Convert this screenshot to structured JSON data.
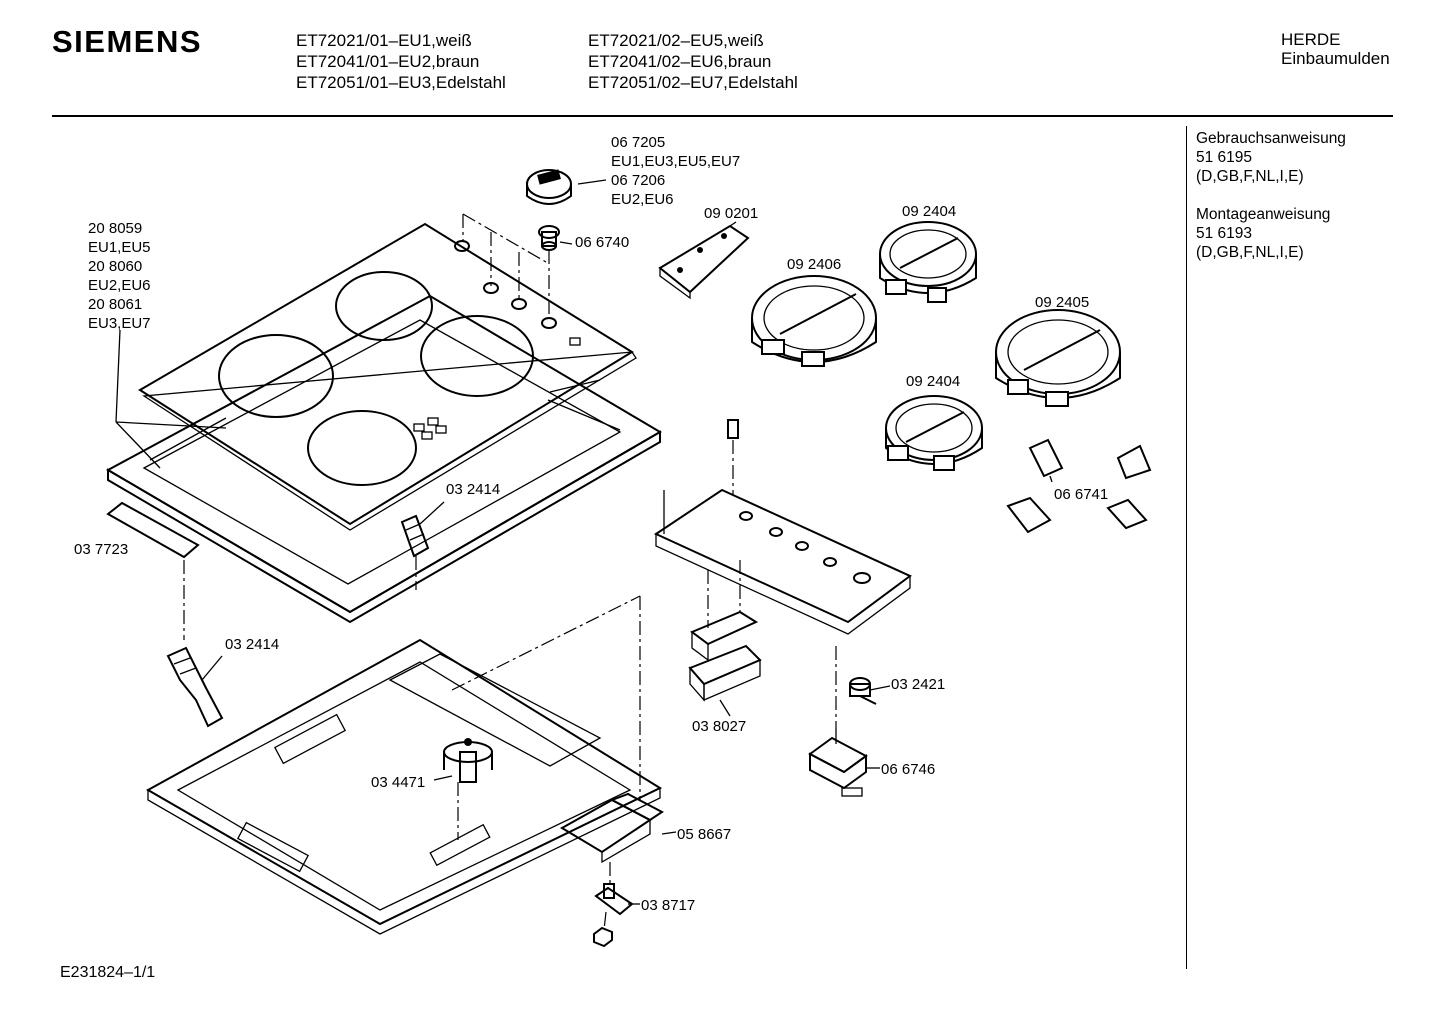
{
  "header": {
    "brand": "SIEMENS",
    "models_left": [
      "ET72021/01–EU1,weiß",
      "ET72041/01–EU2,braun",
      "ET72051/01–EU3,Edelstahl"
    ],
    "models_right": [
      "ET72021/02–EU5,weiß",
      "ET72041/02–EU6,braun",
      "ET72051/02–EU7,Edelstahl"
    ],
    "category": [
      "HERDE",
      "Einbaumulden"
    ]
  },
  "docs": {
    "usage_title": "Gebrauchsanweisung",
    "usage_number": "51 6195",
    "usage_langs": "(D,GB,F,NL,I,E)",
    "install_title": "Montageanweisung",
    "install_number": "51 6193",
    "install_langs": "(D,GB,F,NL,I,E)"
  },
  "parts": {
    "knob": [
      "06 7205",
      "EU1,EU3,EU5,EU7",
      "06 7206",
      "EU2,EU6"
    ],
    "glass_top": [
      "20 8059",
      "EU1,EU5",
      "20 8060",
      "EU2,EU6",
      "20 8061",
      "EU3,EU7"
    ],
    "knob_shaft": "06 6740",
    "connector": "09 0201",
    "heater_small_top": "09 2404",
    "heater_mid": "09 2406",
    "heater_large": "09 2405",
    "heater_small_bottom": "09 2404",
    "clamp_upper": "03 2414",
    "strip": "03 7723",
    "clamp_lower": "03 2414",
    "brackets": "06 6741",
    "lamp": "03 2421",
    "terminal_block": "03 8027",
    "switch": "06 6746",
    "holder": "03 4471",
    "cable_bracket": "05 8667",
    "strain_relief": "03 8717"
  },
  "footer": {
    "drawing_id": "E231824–1/1"
  }
}
